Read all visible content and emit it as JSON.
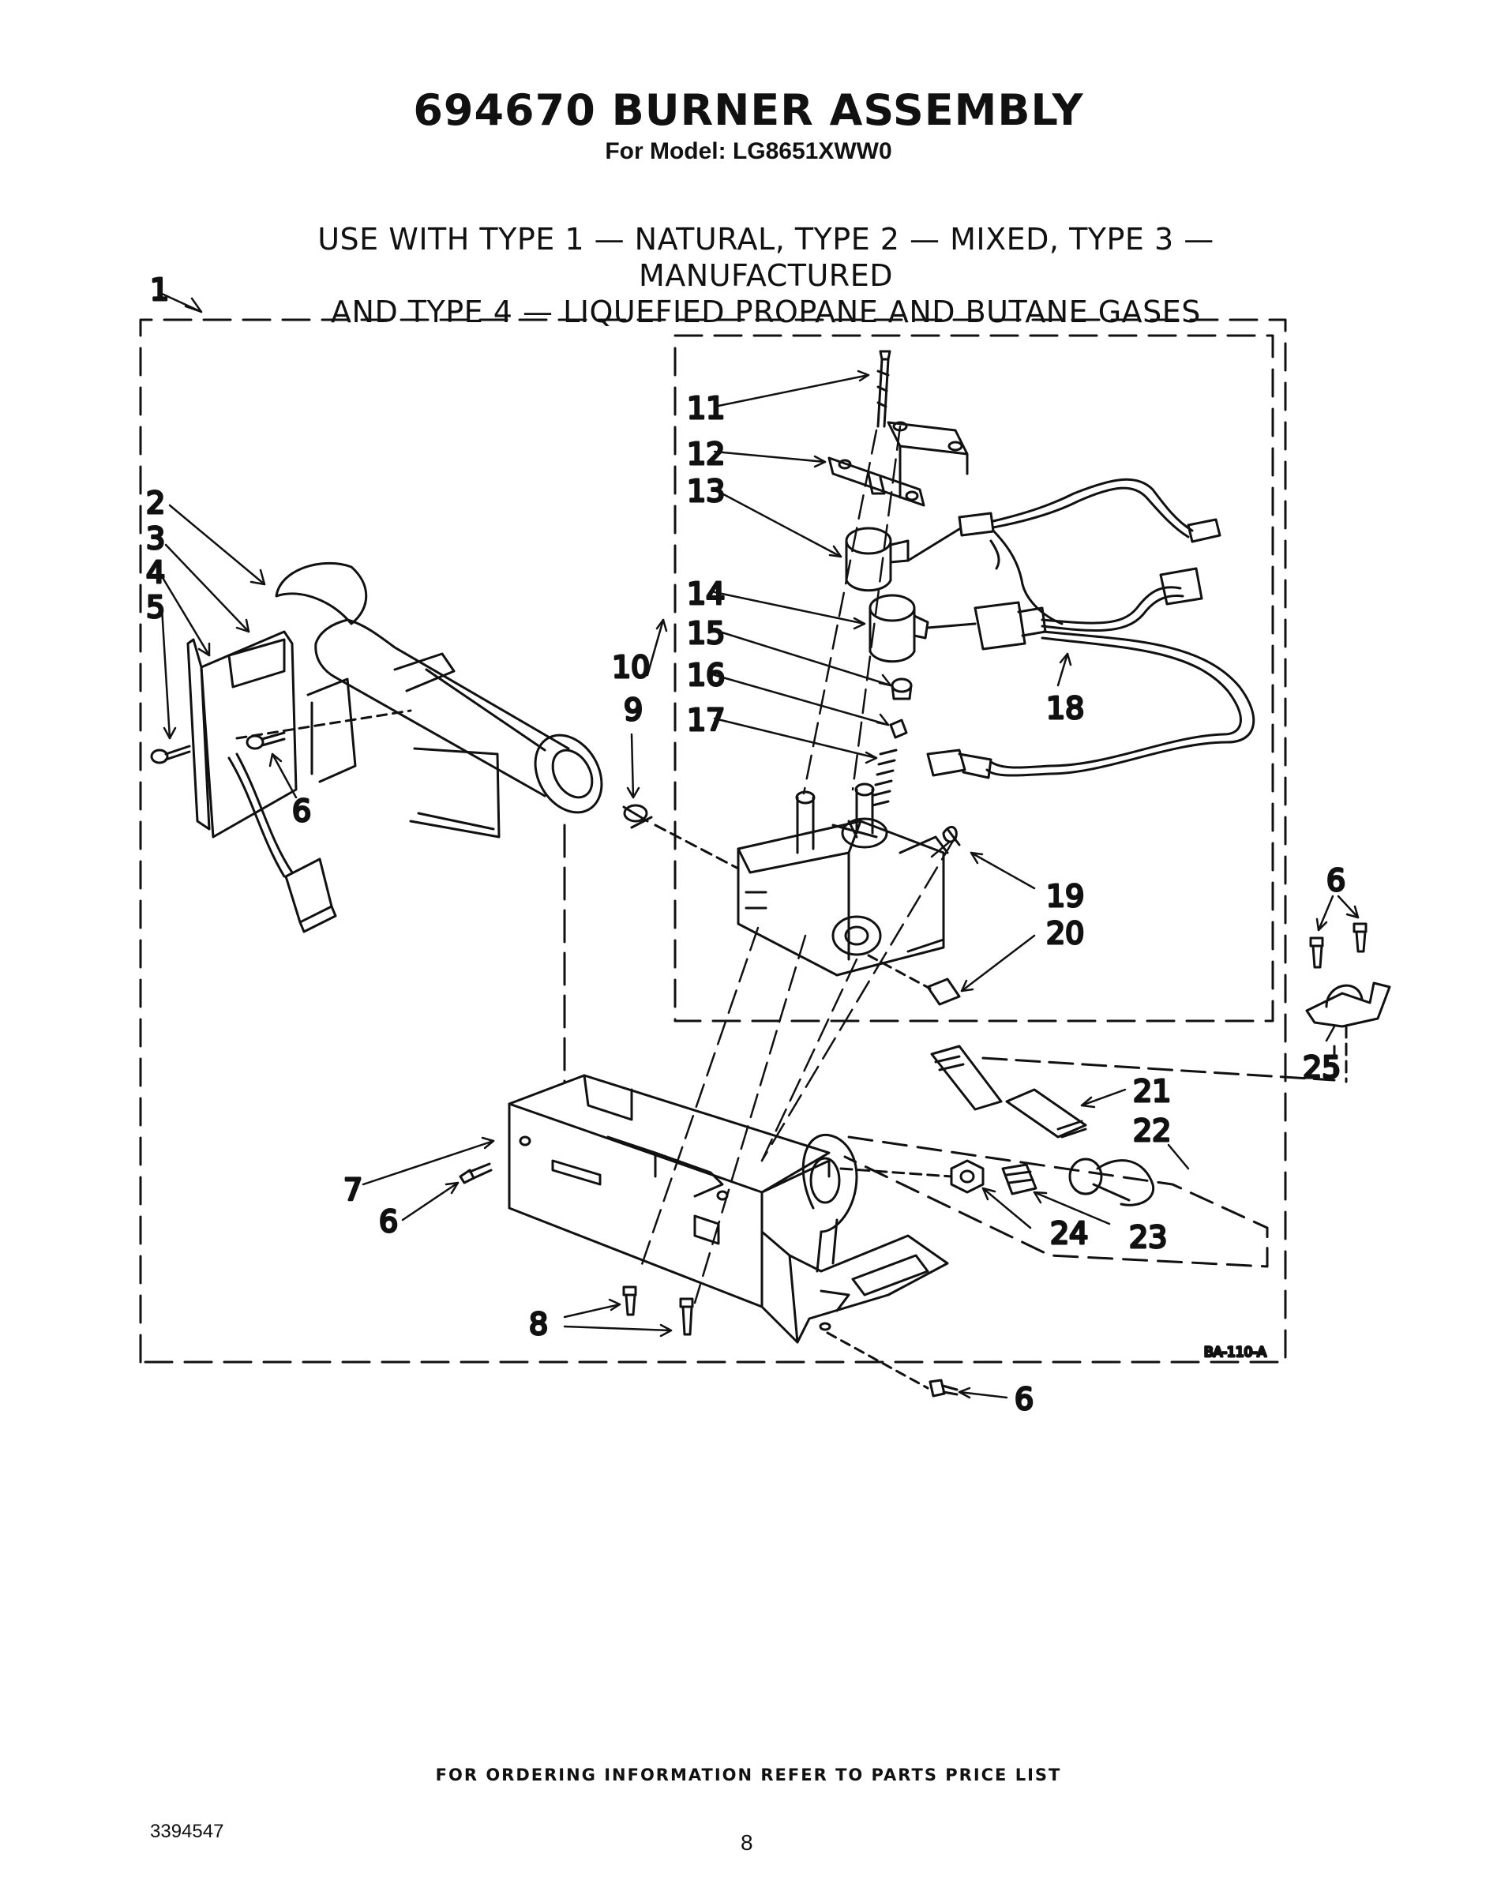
{
  "header": {
    "title": "694670 BURNER ASSEMBLY",
    "subtitle": "For Model: LG8651XWW0"
  },
  "usage_note": {
    "line1": "USE WITH TYPE 1 — NATURAL, TYPE 2 — MIXED, TYPE 3 — MANUFACTURED",
    "line2": "AND TYPE 4 — LIQUEFIED PROPANE AND BUTANE GASES"
  },
  "callouts": {
    "c1": "1",
    "c2": "2",
    "c3": "3",
    "c4": "4",
    "c5": "5",
    "c6a": "6",
    "c6b": "6",
    "c6c": "6",
    "c6d": "6",
    "c7": "7",
    "c8": "8",
    "c9": "9",
    "c10": "10",
    "c11": "11",
    "c12": "12",
    "c13": "13",
    "c14": "14",
    "c15": "15",
    "c16": "16",
    "c17": "17",
    "c18": "18",
    "c19": "19",
    "c20": "20",
    "c21": "21",
    "c22": "22",
    "c23": "23",
    "c24": "24",
    "c25": "25"
  },
  "diagram_ref": "BA-110-A",
  "footer": {
    "ordering": "FOR ORDERING INFORMATION REFER TO PARTS PRICE LIST",
    "doc_number": "3394547",
    "page": "8"
  }
}
